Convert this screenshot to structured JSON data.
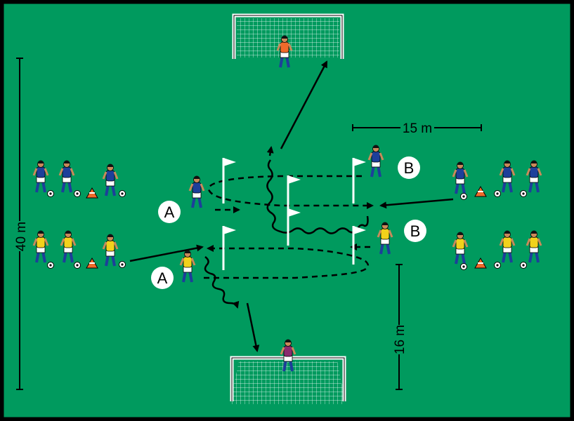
{
  "diagram": {
    "colors": {
      "pitch": "#009a5e",
      "frame": "#000000",
      "team_blue": "#1d3f9a",
      "team_yellow": "#f2d21b",
      "keeper_top": "#f26a2a",
      "keeper_bottom": "#8a2a6e",
      "cone": "#f06a2a"
    },
    "measurements": {
      "width": "15 m",
      "length": "40 m",
      "box": "16 m"
    },
    "labels": {
      "a_top": "A",
      "a_bottom": "A",
      "b_top": "B",
      "b_bottom": "B"
    }
  }
}
